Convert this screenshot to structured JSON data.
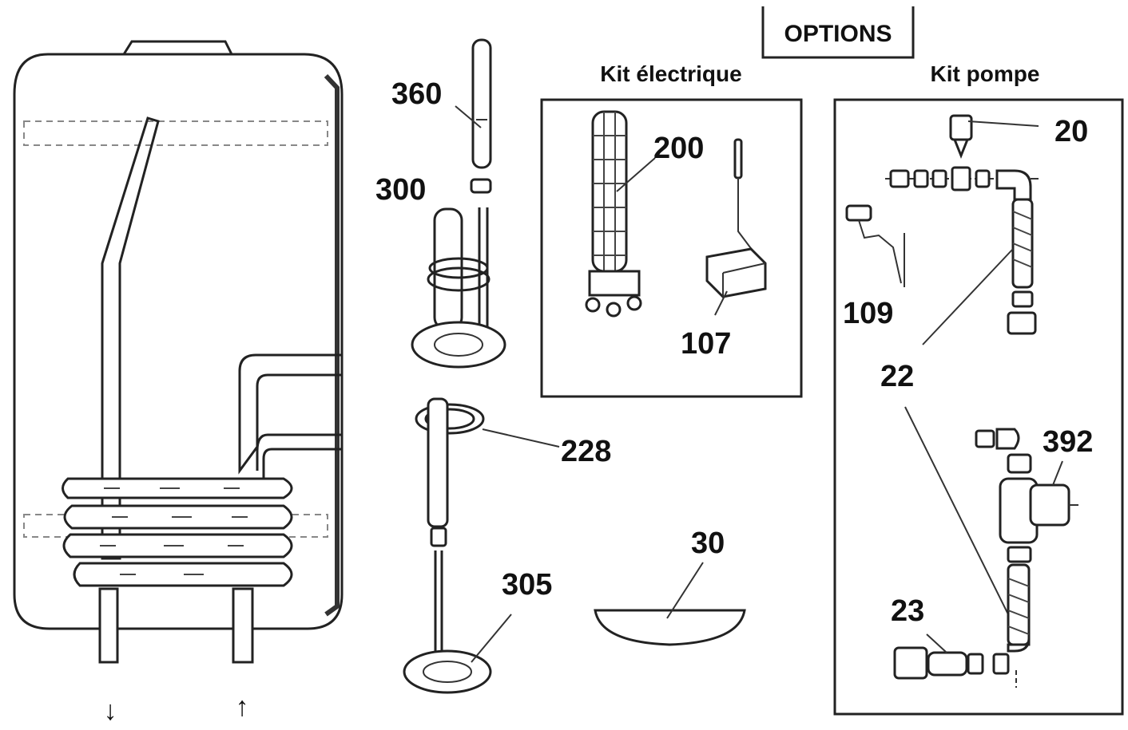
{
  "options_title": "OPTIONS",
  "kit_electrique": {
    "title": "Kit électrique",
    "parts": [
      "200",
      "107"
    ]
  },
  "kit_pompe": {
    "title": "Kit pompe",
    "parts": [
      "20",
      "109",
      "22",
      "392",
      "23"
    ]
  },
  "parts": {
    "p360": "360",
    "p300": "300",
    "p228": "228",
    "p305": "305",
    "p30": "30",
    "p200": "200",
    "p107": "107",
    "p20": "20",
    "p109": "109",
    "p22": "22",
    "p392": "392",
    "p23": "23"
  },
  "flow_arrows": {
    "outlet": "↓",
    "inlet": "↑"
  }
}
